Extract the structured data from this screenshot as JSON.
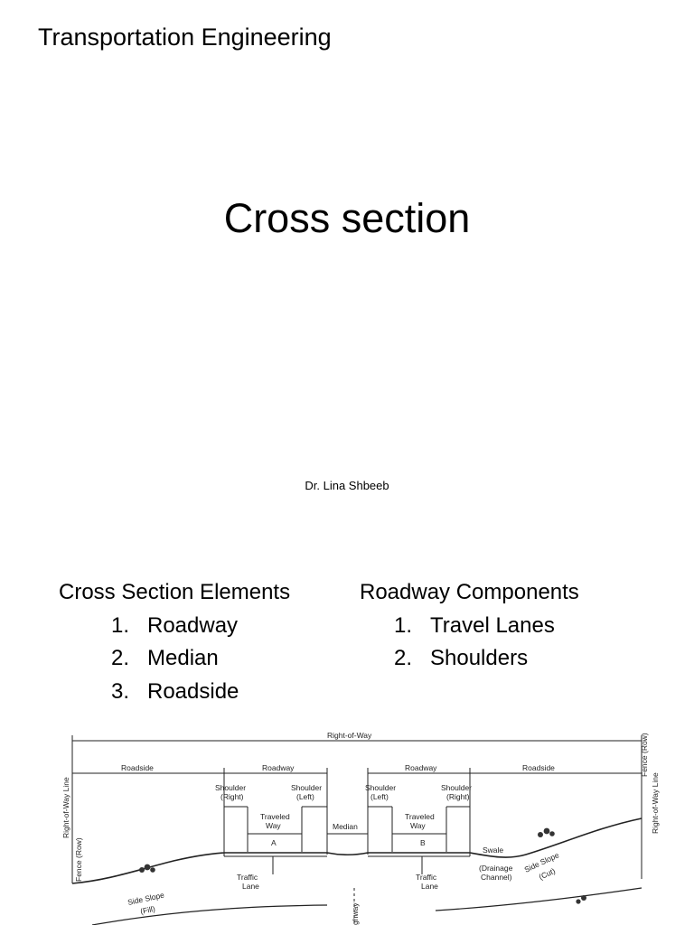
{
  "course": "Transportation Engineering",
  "title": "Cross section",
  "author": "Dr. Lina Shbeeb",
  "elements": {
    "heading": "Cross Section Elements",
    "items": [
      {
        "num": "1.",
        "label": "Roadway"
      },
      {
        "num": "2.",
        "label": "Median"
      },
      {
        "num": "3.",
        "label": "Roadside"
      }
    ]
  },
  "components": {
    "heading": "Roadway Components",
    "items": [
      {
        "num": "1.",
        "label": "Travel Lanes"
      },
      {
        "num": "2.",
        "label": "Shoulders"
      }
    ]
  },
  "figure": {
    "right_of_way": "Right-of-Way",
    "roadside_left": "Roadside",
    "roadway_left": "Roadway",
    "roadway_right": "Roadway",
    "roadside_right": "Roadside",
    "shoulder_right_a": "Shoulder",
    "shoulder_right_a2": "(Right)",
    "shoulder_left_a": "Shoulder",
    "shoulder_left_a2": "(Left)",
    "shoulder_left_b": "Shoulder",
    "shoulder_left_b2": "(Left)",
    "shoulder_right_b": "Shoulder",
    "shoulder_right_b2": "(Right)",
    "traveled_way_a": "Traveled",
    "traveled_way_a2": "Way",
    "traveled_way_b": "Traveled",
    "traveled_way_b2": "Way",
    "label_a": "A",
    "label_b": "B",
    "median": "Median",
    "traffic_lane_a": "Traffic",
    "traffic_lane_a2": "Lane",
    "traffic_lane_b": "Traffic",
    "traffic_lane_b2": "Lane",
    "swale": "Swale",
    "drainage": "(Drainage",
    "drainage2": "Channel)",
    "side_slope_cut": "Side Slope",
    "side_slope_cut2": "(Cut)",
    "side_slope_fill": "Side Slope",
    "side_slope_fill2": "(Fill)",
    "row_line_left": "Right-of-Way Line",
    "fence_left": "Fence (Row)",
    "row_line_right": "Right-of-Way Line",
    "fence_right": "Fence (Row)",
    "highway": "ghway"
  }
}
